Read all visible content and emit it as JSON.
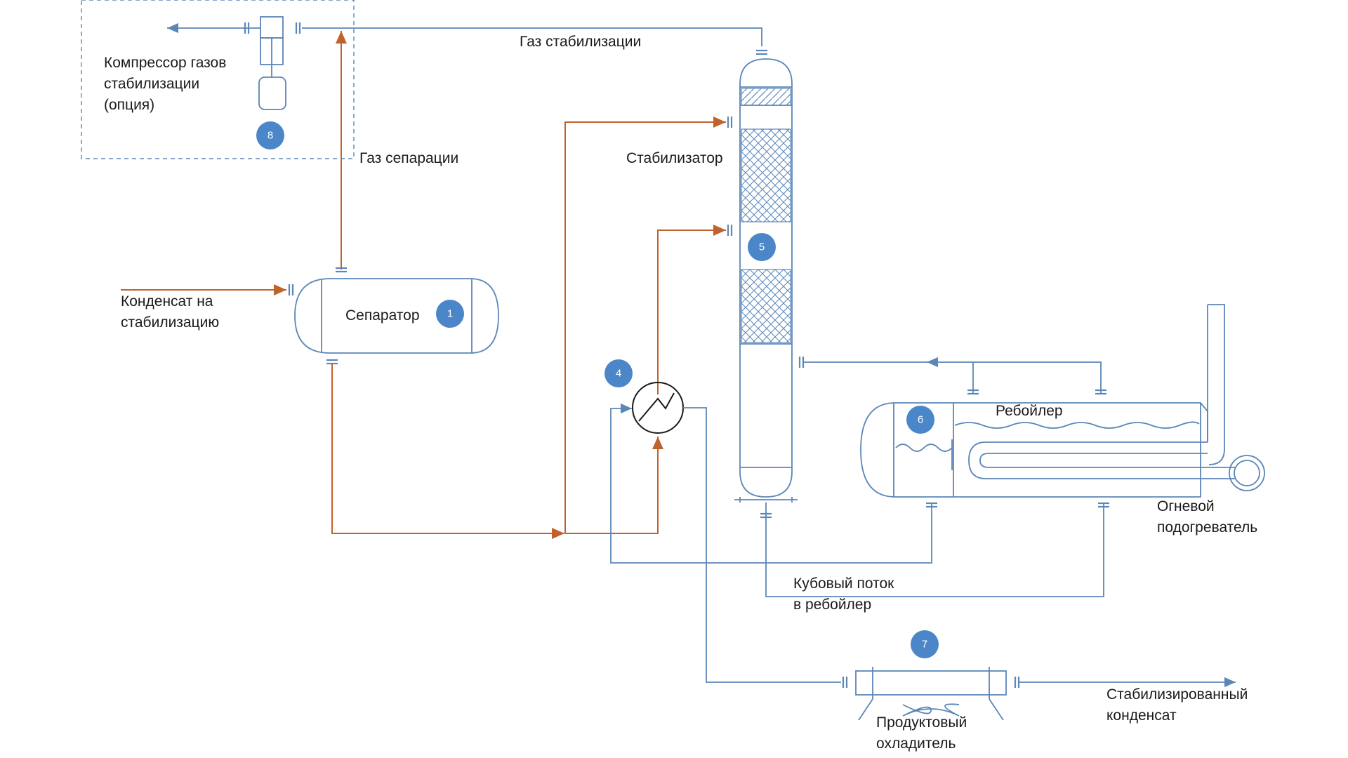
{
  "colors": {
    "equipment": "#5b86b8",
    "feed_lines": "#c0622b",
    "badge": "#4a86c8",
    "text": "#1a1a1a"
  },
  "labels": {
    "compressor": [
      "Компрессор газов",
      "стабилизации",
      "(опция)"
    ],
    "stab_gas": "Газ стабилизации",
    "sep_gas": "Газ сепарации",
    "feed": [
      "Конденсат на",
      "стабилизацию"
    ],
    "separator": "Сепаратор",
    "stabilizer": "Стабилизатор",
    "reboiler": "Ребойлер",
    "fired_heater": [
      "Огневой",
      "подогреватель"
    ],
    "bottoms": [
      "Кубовый поток",
      "в ребойлер"
    ],
    "cooler": [
      "Продуктовый",
      "охладитель"
    ],
    "product": [
      "Стабилизированный",
      "конденсат"
    ]
  },
  "badges": {
    "separator": "1",
    "heat_exchanger": "4",
    "stabilizer": "5",
    "reboiler": "6",
    "cooler": "7",
    "compressor": "8"
  }
}
